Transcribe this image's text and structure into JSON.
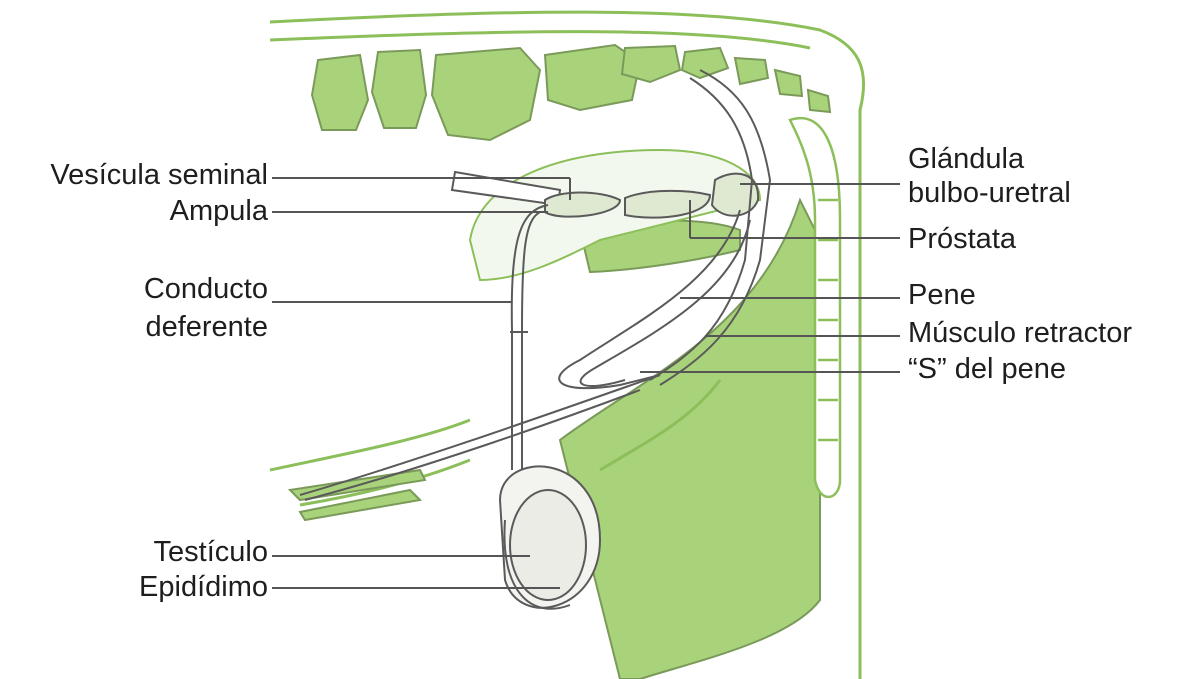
{
  "labels": {
    "vesicula_seminal": "Vesícula seminal",
    "ampula": "Ampula",
    "conducto_line1": "Conducto",
    "conducto_line2": "deferente",
    "testiculo": "Testículo",
    "epididimo": "Epidídimo",
    "glandula_line1": "Glándula",
    "glandula_line2": "bulbo-uretral",
    "prostata": "Próstata",
    "pene": "Pene",
    "musculo": "Músculo retractor",
    "s_pene": "“S” del pene"
  },
  "colors": {
    "tissue_green": "#a9d37a",
    "tissue_dark": "#8cbf5a",
    "outline": "#7a9a5a",
    "duct_line": "#5a5a5a",
    "leader": "#555555",
    "text": "#1e1e1e"
  },
  "icons": [
    "reproductive-tract-illustration"
  ]
}
